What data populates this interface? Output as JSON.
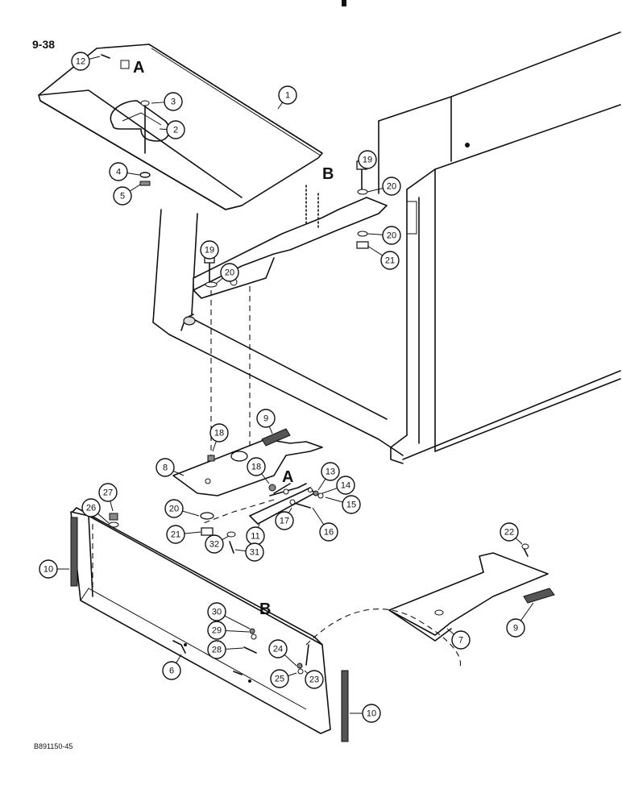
{
  "page_number": "9-38",
  "figure_code": "B891150-45",
  "letters": {
    "a": "A",
    "b": "B"
  },
  "callouts": [
    {
      "id": "c1",
      "label": "1"
    },
    {
      "id": "c2",
      "label": "2"
    },
    {
      "id": "c3",
      "label": "3"
    },
    {
      "id": "c4",
      "label": "4"
    },
    {
      "id": "c5",
      "label": "5"
    },
    {
      "id": "c6",
      "label": "6"
    },
    {
      "id": "c7",
      "label": "7"
    },
    {
      "id": "c8",
      "label": "8"
    },
    {
      "id": "c9a",
      "label": "9"
    },
    {
      "id": "c9b",
      "label": "9"
    },
    {
      "id": "c10a",
      "label": "10"
    },
    {
      "id": "c10b",
      "label": "10"
    },
    {
      "id": "c11",
      "label": "11"
    },
    {
      "id": "c12",
      "label": "12"
    },
    {
      "id": "c13",
      "label": "13"
    },
    {
      "id": "c14",
      "label": "14"
    },
    {
      "id": "c15",
      "label": "15"
    },
    {
      "id": "c16",
      "label": "16"
    },
    {
      "id": "c17",
      "label": "17"
    },
    {
      "id": "c18a",
      "label": "18"
    },
    {
      "id": "c18b",
      "label": "18"
    },
    {
      "id": "c19a",
      "label": "19"
    },
    {
      "id": "c19b",
      "label": "19"
    },
    {
      "id": "c20a",
      "label": "20"
    },
    {
      "id": "c20b",
      "label": "20"
    },
    {
      "id": "c20c",
      "label": "20"
    },
    {
      "id": "c20d",
      "label": "20"
    },
    {
      "id": "c21a",
      "label": "21"
    },
    {
      "id": "c21b",
      "label": "21"
    },
    {
      "id": "c22",
      "label": "22"
    },
    {
      "id": "c23",
      "label": "23"
    },
    {
      "id": "c24",
      "label": "24"
    },
    {
      "id": "c25",
      "label": "25"
    },
    {
      "id": "c26",
      "label": "26"
    },
    {
      "id": "c27",
      "label": "27"
    },
    {
      "id": "c28",
      "label": "28"
    },
    {
      "id": "c29",
      "label": "29"
    },
    {
      "id": "c30",
      "label": "30"
    },
    {
      "id": "c31",
      "label": "31"
    },
    {
      "id": "c32",
      "label": "32"
    }
  ]
}
